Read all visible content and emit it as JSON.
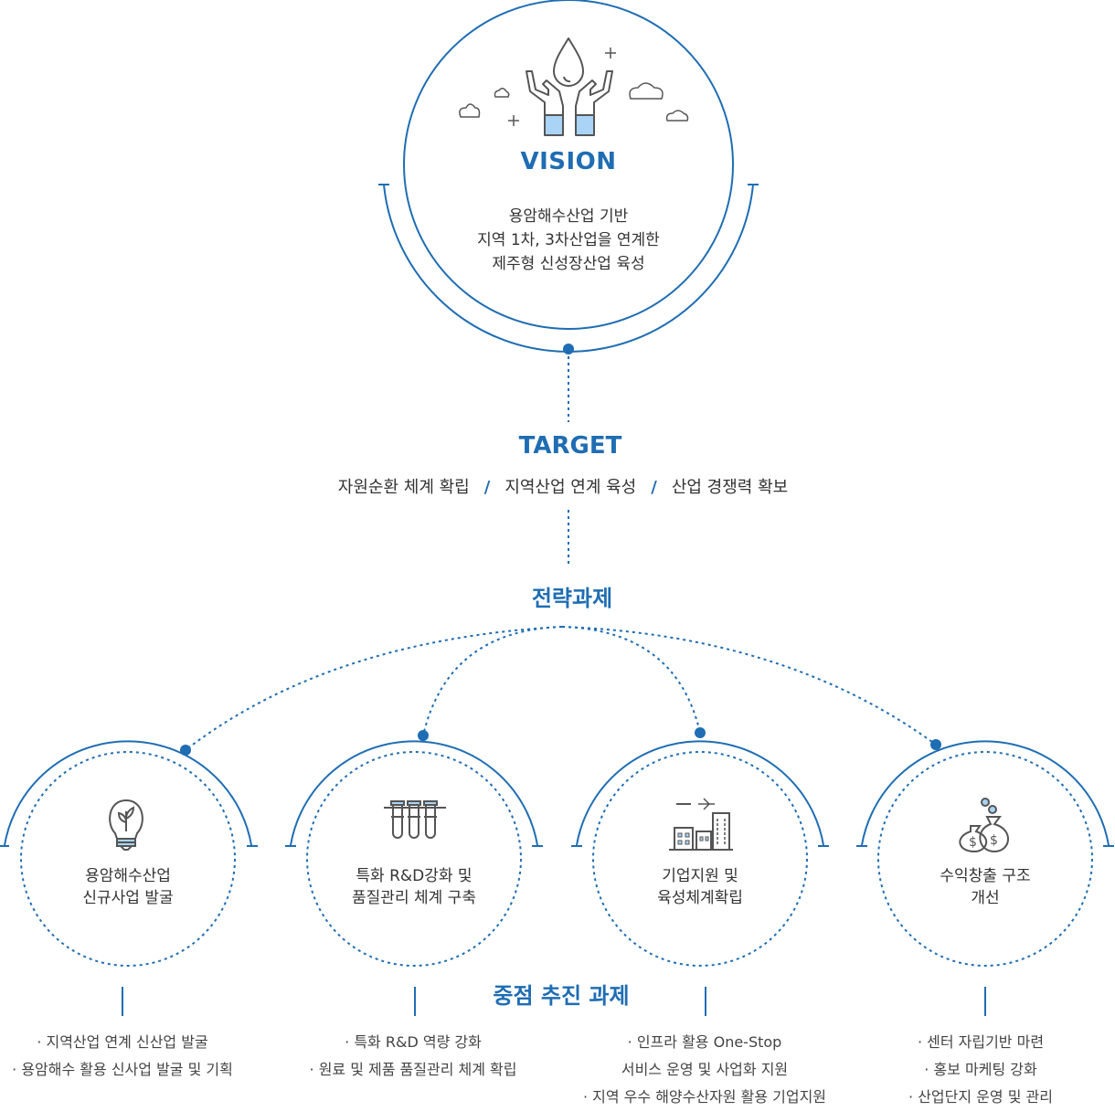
{
  "vision": {
    "title": "VISION",
    "lines": [
      "용암해수산업 기반",
      "지역 1차, 3차산업을 연계한",
      "제주형 신성장산업 육성"
    ]
  },
  "target": {
    "title": "TARGET",
    "items": [
      "자원순환 체계 확립",
      "지역산업 연계 육성",
      "산업 경쟁력 확보"
    ],
    "separator": "/"
  },
  "strategy": {
    "title": "전략과제",
    "circles": [
      {
        "icon": "lightbulb-leaf-icon",
        "lines": [
          "용암해수산업",
          "신규사업 발굴"
        ]
      },
      {
        "icon": "test-tubes-icon",
        "lines": [
          "특화 R&D강화 및",
          "품질관리 체계 구축"
        ]
      },
      {
        "icon": "buildings-icon",
        "lines": [
          "기업지원 및",
          "육성체계확립"
        ]
      },
      {
        "icon": "money-bags-icon",
        "lines": [
          "수익창출 구조",
          "개선"
        ]
      }
    ]
  },
  "tasks": {
    "title": "중점 추진 과제",
    "columns": [
      [
        "· 지역산업 연계 신산업 발굴",
        "· 용암해수 활용 신사업 발굴 및 기획"
      ],
      [
        "· 특화 R&D 역량 강화",
        "· 원료 및 제품 품질관리 체계 확립"
      ],
      [
        "· 인프라 활용 One-Stop",
        "서비스 운영 및 사업화 지원",
        "· 지역 우수 해양수산자원 활용 기업지원"
      ],
      [
        "· 센터 자립기반 마련",
        "· 홍보 마케팅 강화",
        "· 산업단지 운영 및 관리"
      ]
    ]
  },
  "colors": {
    "accent": "#1f6db3",
    "light_blue": "#a9d4f5",
    "icon_gray": "#555555"
  }
}
